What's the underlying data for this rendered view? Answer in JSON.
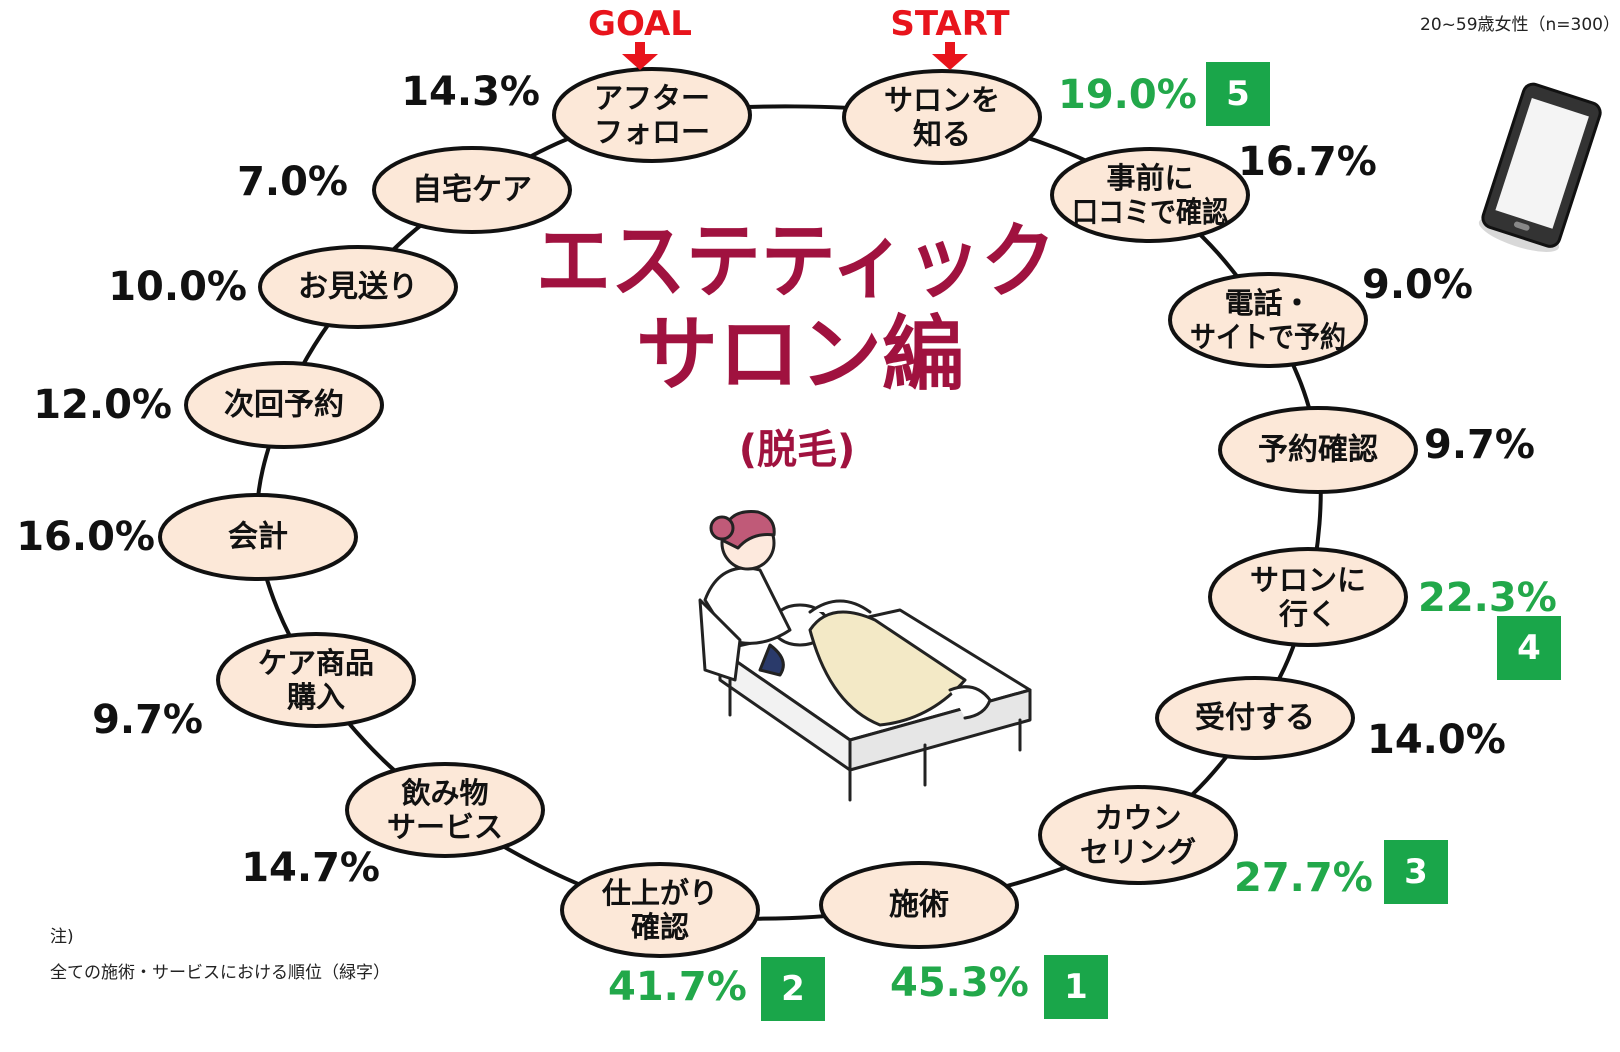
{
  "header": {
    "sample_label": "20~59歳女性（n=300）",
    "goal_label": "GOAL",
    "start_label": "START"
  },
  "title": {
    "line1": "エステティック",
    "line2": "サロン編",
    "subtitle": "(脱毛)"
  },
  "steps": [
    {
      "lines": [
        "サロンを",
        "知る"
      ],
      "pct": "19.0%",
      "top5": true,
      "rank": "5"
    },
    {
      "lines": [
        "事前に",
        "口コミで確認"
      ],
      "pct": "16.7%",
      "top5": false,
      "rank": ""
    },
    {
      "lines": [
        "電話・",
        "サイトで予約"
      ],
      "pct": "9.0%",
      "top5": false,
      "rank": ""
    },
    {
      "lines": [
        "予約確認"
      ],
      "pct": "9.7%",
      "top5": false,
      "rank": ""
    },
    {
      "lines": [
        "サロンに",
        "行く"
      ],
      "pct": "22.3%",
      "top5": true,
      "rank": "4"
    },
    {
      "lines": [
        "受付する"
      ],
      "pct": "14.0%",
      "top5": false,
      "rank": ""
    },
    {
      "lines": [
        "カウン",
        "セリング"
      ],
      "pct": "27.7%",
      "top5": true,
      "rank": "3"
    },
    {
      "lines": [
        "施術"
      ],
      "pct": "45.3%",
      "top5": true,
      "rank": "1"
    },
    {
      "lines": [
        "仕上がり",
        "確認"
      ],
      "pct": "41.7%",
      "top5": true,
      "rank": "2"
    },
    {
      "lines": [
        "飲み物",
        "サービス"
      ],
      "pct": "14.7%",
      "top5": false,
      "rank": ""
    },
    {
      "lines": [
        "ケア商品",
        "購入"
      ],
      "pct": "9.7%",
      "top5": false,
      "rank": ""
    },
    {
      "lines": [
        "会計"
      ],
      "pct": "16.0%",
      "top5": false,
      "rank": ""
    },
    {
      "lines": [
        "次回予約"
      ],
      "pct": "12.0%",
      "top5": false,
      "rank": ""
    },
    {
      "lines": [
        "お見送り"
      ],
      "pct": "10.0%",
      "top5": false,
      "rank": ""
    },
    {
      "lines": [
        "自宅ケア"
      ],
      "pct": "7.0%",
      "top5": false,
      "rank": ""
    },
    {
      "lines": [
        "アフター",
        "フォロー"
      ],
      "pct": "14.3%",
      "top5": false,
      "rank": ""
    }
  ],
  "notes": {
    "line1": "注)",
    "line2": "全ての施術・サービスにおける順位（緑字）"
  },
  "icons": [
    "smartphone-illustration",
    "esthetician-treatment-illustration",
    "down-arrow-icon"
  ],
  "colors": {
    "node_fill": "#fce8d8",
    "title": "#a0123f",
    "top5": "#22a84a",
    "badge": "#1aa64a",
    "arrow": "#e8141c",
    "text": "#111111"
  }
}
